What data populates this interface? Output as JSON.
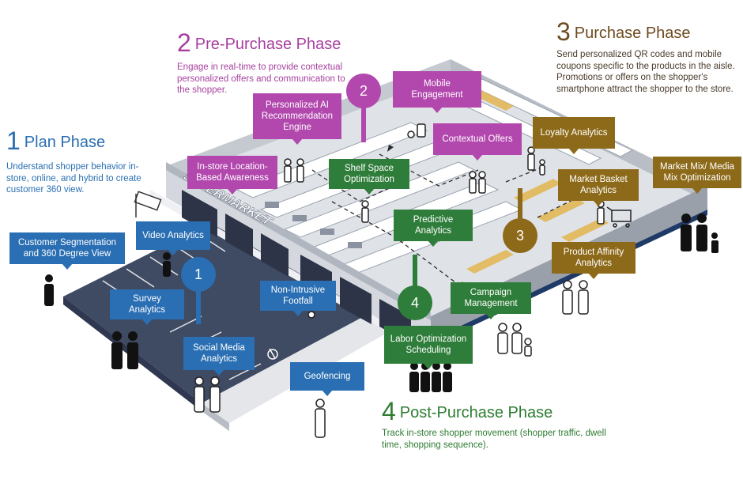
{
  "phases": {
    "plan": {
      "number": "1",
      "title": "Plan Phase",
      "description": "Understand shopper behavior in-store, online, and hybrid to create customer 360 view."
    },
    "pre_purchase": {
      "number": "2",
      "title": "Pre-Purchase Phase",
      "description": "Engage in real-time to provide contextual personalized offers and communication to the shopper."
    },
    "purchase": {
      "number": "3",
      "title": "Purchase Phase",
      "description": "Send personalized QR codes and mobile coupons specific to the products in the aisle. Promotions or offers on the shopper's smartphone attract the shopper to the store."
    },
    "post_purchase": {
      "number": "4",
      "title": "Post-Purchase Phase",
      "description": "Track in-store shopper movement  (shopper traffic, dwell time, shopping sequence)."
    }
  },
  "boxes": {
    "customer_segmentation": "Customer Segmentation and 360 Degree View",
    "video_analytics": "Video Analytics",
    "survey_analytics": "Survey Analytics",
    "social_media_analytics": "Social Media Analytics",
    "geofencing": "Geofencing",
    "non_intrusive_footfall": "Non-Intrusive Footfall",
    "personalized_ai": "Personalized AI Recommendation Engine",
    "in_store_location": "In-store Location-Based Awareness",
    "mobile_engagement": "Mobile Engagement",
    "contextual_offers": "Contextual Offers",
    "shelf_space": "Shelf Space Optimization",
    "predictive_analytics": "Predictive Analytics",
    "campaign_management": "Campaign Management",
    "labor_optimization": "Labor Optimization Scheduling",
    "loyalty_analytics": "Loyalty Analytics",
    "market_basket": "Market Basket Analytics",
    "market_mix": "Market Mix/ Media Mix Optimization",
    "product_affinity": "Product Affinity Analytics"
  },
  "markers": {
    "m1": "1",
    "m2": "2",
    "m3": "3",
    "m4": "4"
  },
  "store_sign": "SUPERMARKET",
  "colors": {
    "plan": "#2a6fb3",
    "pre_purchase": "#b247ad",
    "purchase": "#8d6a1a",
    "post_purchase": "#2f7d3a"
  }
}
